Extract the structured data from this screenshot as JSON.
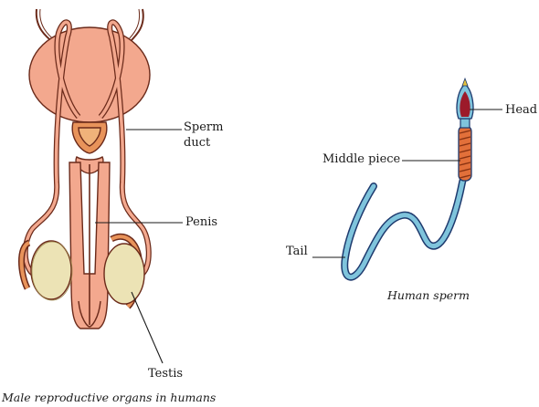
{
  "left_figure": {
    "labels": {
      "sperm_duct_line1": "Sperm",
      "sperm_duct_line2": "duct",
      "penis": "Penis",
      "testis": "Testis"
    },
    "caption": "Male reproductive organs in humans"
  },
  "right_figure": {
    "labels": {
      "head": "Head",
      "middle_piece": "Middle piece",
      "tail": "Tail"
    },
    "caption": "Human sperm"
  },
  "colors": {
    "organ_fill": "#f3a88e",
    "organ_stroke": "#6b2a1a",
    "testis_fill": "#ece3b5",
    "sperm_tail": "#7fc4dc",
    "sperm_outline": "#1e3a6e",
    "sperm_head": "#9c1a2a",
    "middle_piece": "#e2703a"
  }
}
